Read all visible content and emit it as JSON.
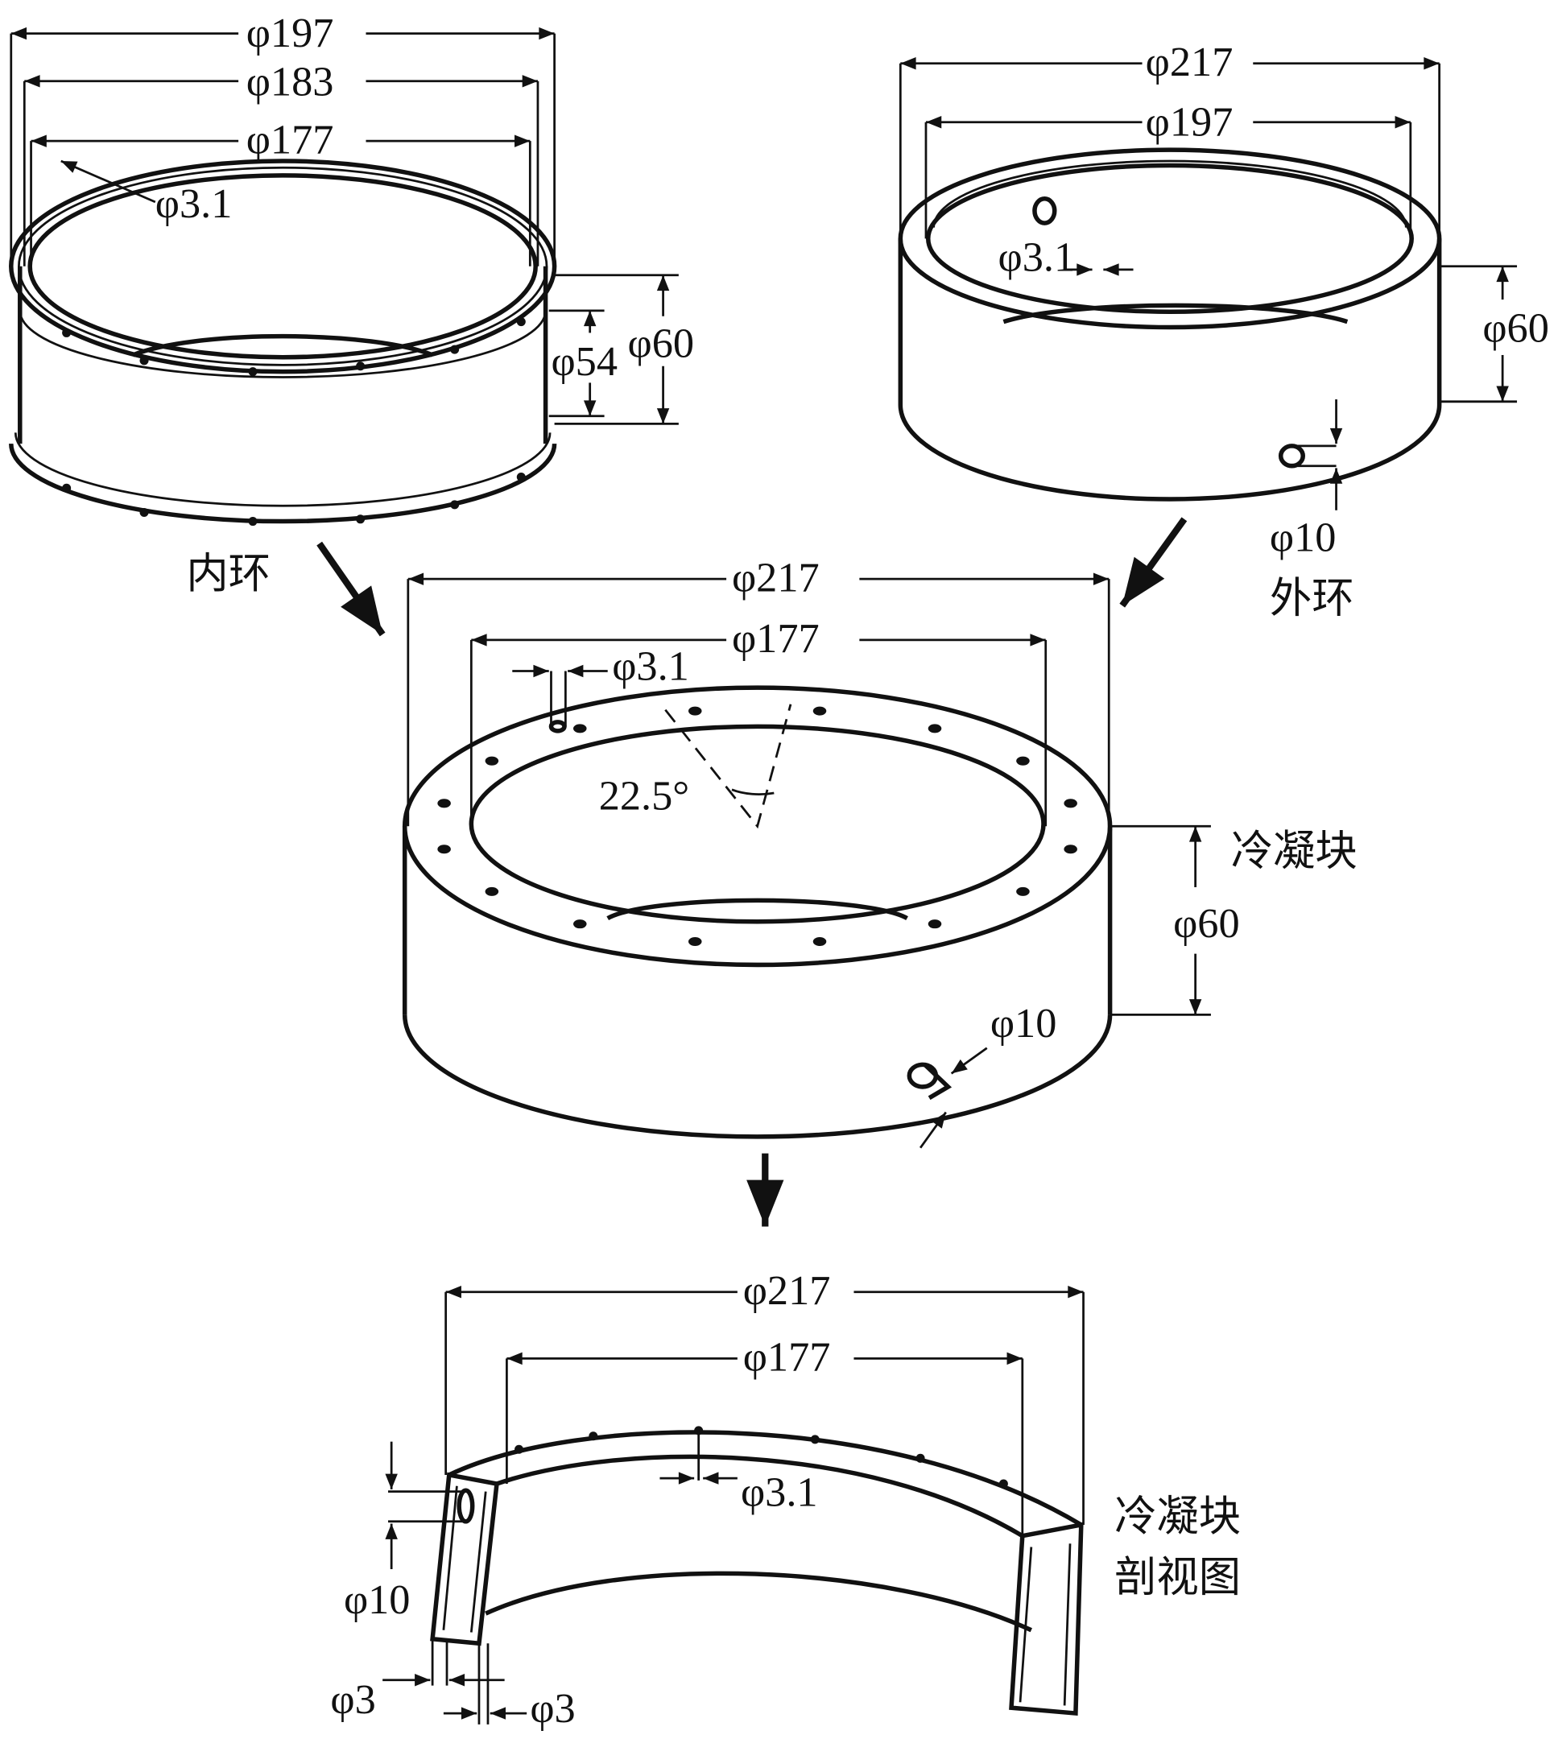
{
  "inner_ring": {
    "name": "内环",
    "dims": {
      "d197": "φ197",
      "d183": "φ183",
      "d177": "φ177",
      "d3_1": "φ3.1",
      "d54": "φ54",
      "d60": "φ60"
    }
  },
  "outer_ring": {
    "name": "外环",
    "dims": {
      "d217": "φ217",
      "d197": "φ197",
      "d3_1": "φ3.1",
      "d60": "φ60",
      "d10": "φ10"
    }
  },
  "condenser_block": {
    "name": "冷凝块",
    "dims": {
      "d217": "φ217",
      "d177": "φ177",
      "d3_1": "φ3.1",
      "angle": "22.5°",
      "d60": "φ60",
      "d10": "φ10"
    }
  },
  "section_view": {
    "name_line1": "冷凝块",
    "name_line2": "剖视图",
    "dims": {
      "d217": "φ217",
      "d177": "φ177",
      "d3_1": "φ3.1",
      "d10": "φ10",
      "d3_left": "φ3",
      "d3_right": "φ3"
    }
  }
}
